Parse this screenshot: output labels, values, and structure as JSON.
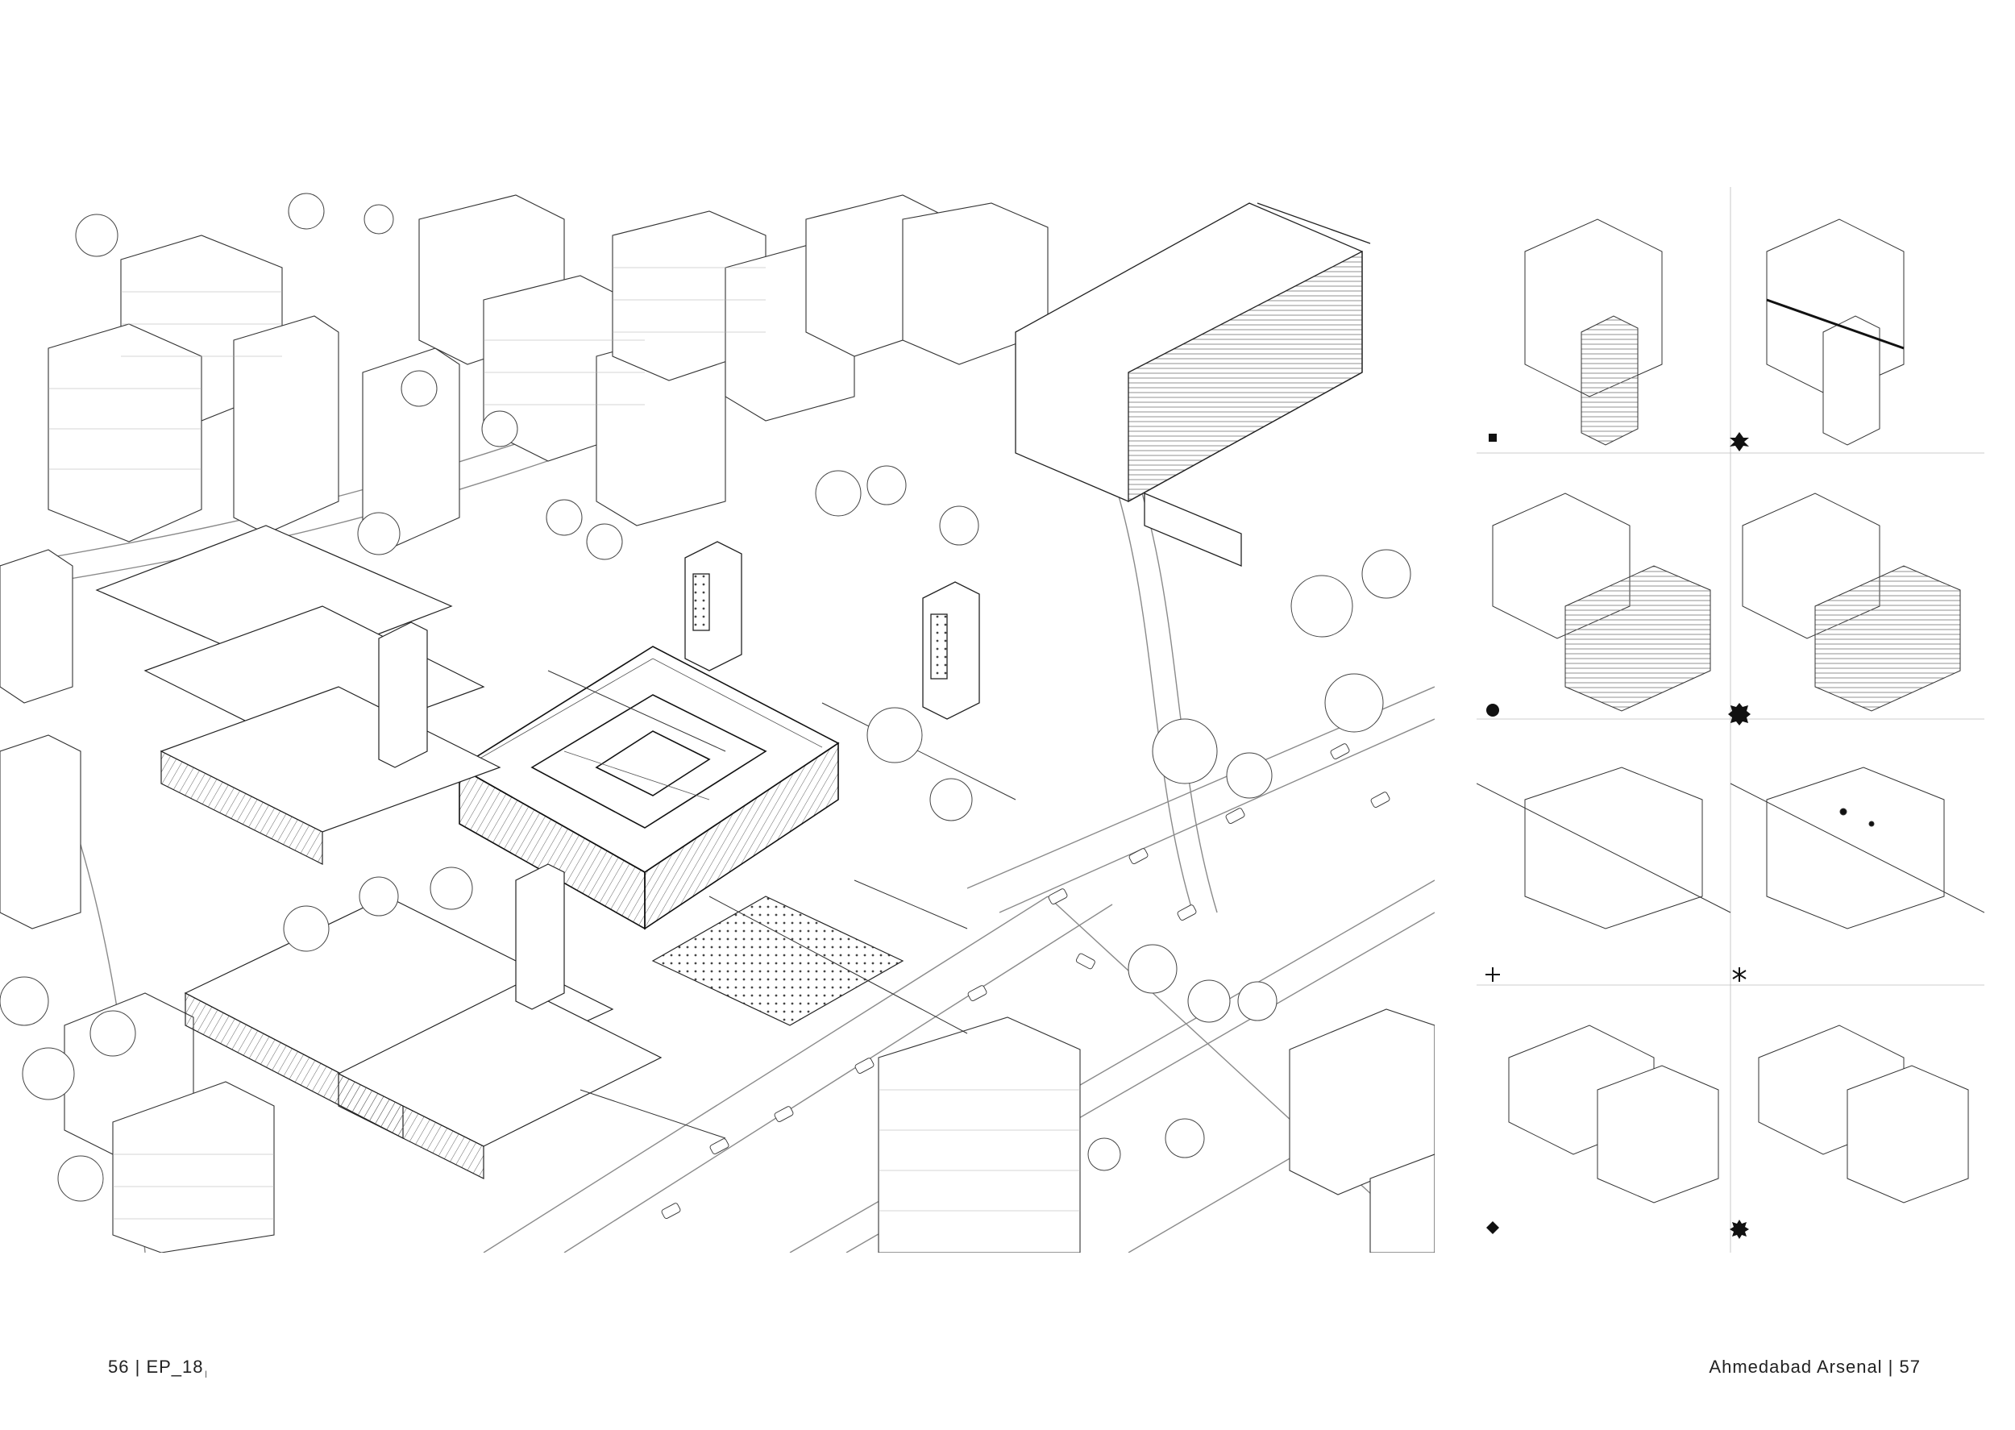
{
  "page": {
    "left_folio": {
      "number": "56",
      "separator": " | ",
      "code": "EP_18",
      "mark": "|"
    },
    "right_folio": {
      "title": "Ahmedabad Arsenal",
      "separator": " | ",
      "number": "57"
    }
  },
  "main_drawing": {
    "type": "isometric site axonometric",
    "labels": []
  },
  "side_panel": {
    "type": "vignette series",
    "vignette_markers": [
      {
        "symbol": "square",
        "color": "#111111"
      },
      {
        "symbol": "four-point-star",
        "color": "#111111"
      },
      {
        "symbol": "circle",
        "color": "#111111"
      },
      {
        "symbol": "octagram",
        "color": "#111111"
      },
      {
        "symbol": "plus",
        "color": "#111111"
      },
      {
        "symbol": "asterisk",
        "color": "#111111"
      },
      {
        "symbol": "diamond",
        "color": "#111111"
      },
      {
        "symbol": "sunburst",
        "color": "#111111"
      }
    ]
  },
  "colors": {
    "ink": "#1a1a1a",
    "light_line": "#9a9a9a",
    "paper": "#ffffff",
    "hatch": "#555555"
  }
}
